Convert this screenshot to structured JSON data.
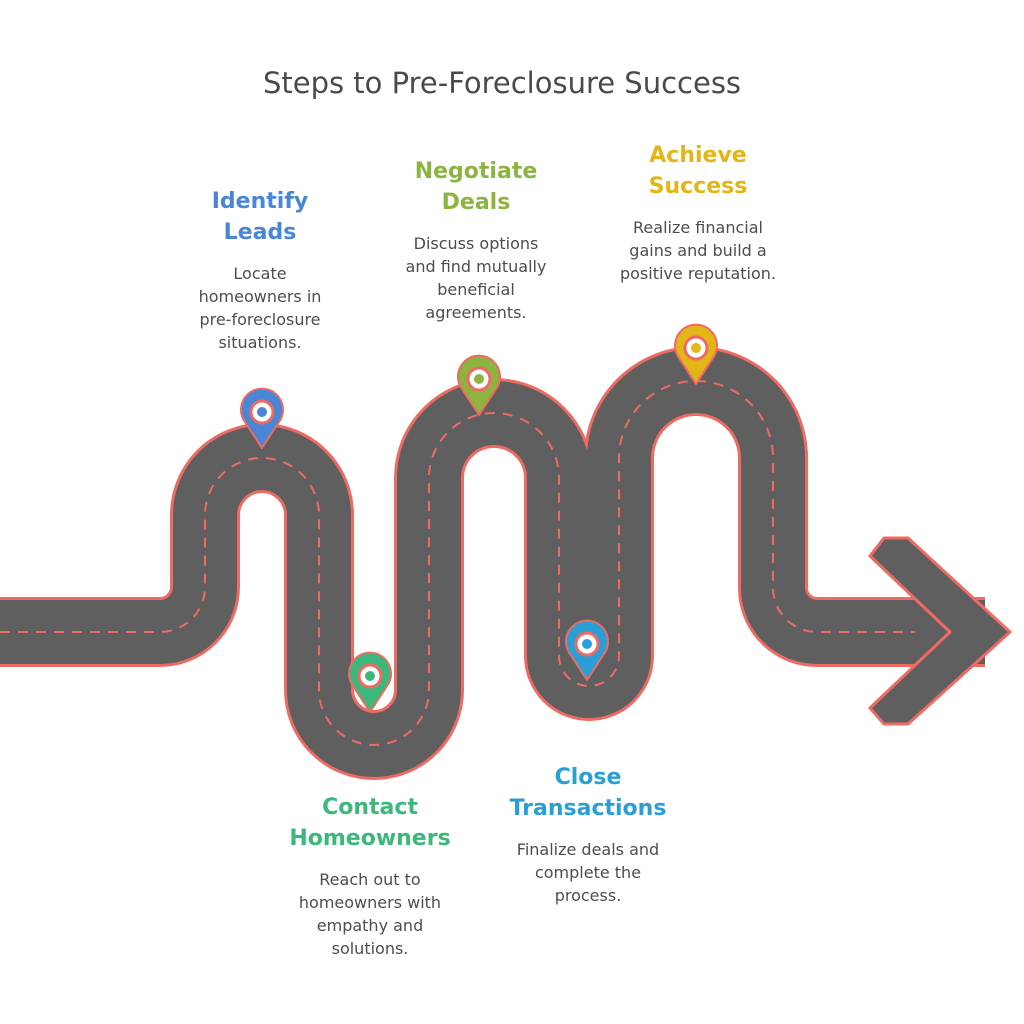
{
  "title": "Steps to Pre-Foreclosure Success",
  "colors": {
    "road": "#5f5f5f",
    "road_outline": "#ef6a63",
    "dash": "#ef6a63",
    "blue": "#4a86d6",
    "green_light": "#8db440",
    "gold": "#e2b619",
    "green": "#3db87c",
    "cyan": "#2a9fd6",
    "text": "#4d4d4d"
  },
  "steps": [
    {
      "id": "identify-leads",
      "heading": [
        "Identify",
        "Leads"
      ],
      "description": [
        "Locate",
        "homeowners in",
        "pre-foreclosure",
        "situations."
      ],
      "color": "#4a86d6",
      "position": "above"
    },
    {
      "id": "contact-homeowners",
      "heading": [
        "Contact",
        "Homeowners"
      ],
      "description": [
        "Reach out to",
        "homeowners with",
        "empathy and",
        "solutions."
      ],
      "color": "#3db87c",
      "position": "below"
    },
    {
      "id": "negotiate-deals",
      "heading": [
        "Negotiate",
        "Deals"
      ],
      "description": [
        "Discuss options",
        "and find mutually",
        "beneficial",
        "agreements."
      ],
      "color": "#8db440",
      "position": "above"
    },
    {
      "id": "close-transactions",
      "heading": [
        "Close",
        "Transactions"
      ],
      "description": [
        "Finalize deals and",
        "complete the",
        "process."
      ],
      "color": "#2a9fd6",
      "position": "below"
    },
    {
      "id": "achieve-success",
      "heading": [
        "Achieve",
        "Success"
      ],
      "description": [
        "Realize financial",
        "gains and build a",
        "positive reputation."
      ],
      "color": "#e2b619",
      "position": "above"
    }
  ]
}
